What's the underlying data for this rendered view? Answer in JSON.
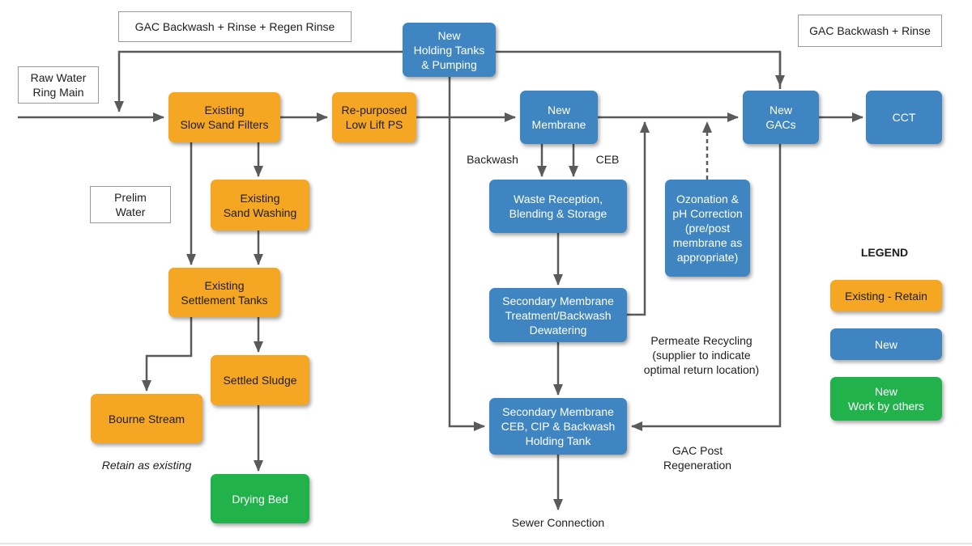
{
  "labels": {
    "gac_regen": "GAC Backwash + Rinse + Regen Rinse",
    "gac_backwash": "GAC Backwash + Rinse",
    "raw_water": [
      "Raw Water",
      "Ring Main"
    ],
    "prelim_water": [
      "Prelim",
      "Water"
    ]
  },
  "nodes": {
    "slow_sand_filters": [
      "Existing",
      "Slow Sand Filters"
    ],
    "low_lift_ps": [
      "Re-purposed",
      "Low Lift PS"
    ],
    "holding_tanks": [
      "New",
      "Holding Tanks",
      "& Pumping"
    ],
    "new_membrane": [
      "New",
      "Membrane"
    ],
    "new_gacs": [
      "New",
      "GACs"
    ],
    "cct": "CCT",
    "sand_washing": [
      "Existing",
      "Sand Washing"
    ],
    "waste_reception": [
      "Waste Reception,",
      "Blending & Storage"
    ],
    "ozonation": [
      "Ozonation &",
      "pH Correction",
      "(pre/post",
      "membrane as",
      "appropriate)"
    ],
    "settlement_tanks": [
      "Existing",
      "Settlement Tanks"
    ],
    "secondary_treatment": [
      "Secondary Membrane",
      "Treatment/Backwash",
      "Dewatering"
    ],
    "settled_sludge": "Settled Sludge",
    "bourne_stream": "Bourne Stream",
    "holding_tank": [
      "Secondary Membrane",
      "CEB, CIP & Backwash",
      "Holding Tank"
    ],
    "drying_bed": "Drying Bed"
  },
  "annotations": {
    "backwash": "Backwash",
    "ceb": "CEB",
    "permeate": [
      "Permeate Recycling",
      "(supplier to indicate",
      "optimal return location)"
    ],
    "gac_post": [
      "GAC Post",
      "Regeneration"
    ],
    "retain": "Retain as existing",
    "sewer": "Sewer Connection"
  },
  "legend": {
    "title": "LEGEND",
    "existing": "Existing - Retain",
    "new": "New",
    "others": [
      "New",
      "Work by others"
    ]
  },
  "colors": {
    "existing": "#f5a623",
    "new": "#3f85c1",
    "others": "#21b24b",
    "arrow": "#5a5a5a"
  }
}
